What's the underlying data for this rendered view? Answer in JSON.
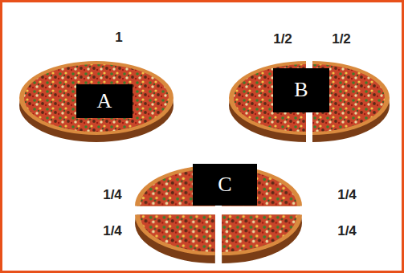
{
  "diagram": {
    "nodes": [
      {
        "text": [
          "A"
        ]
      },
      {
        "text": [
          "B"
        ]
      },
      {
        "text": [
          "C"
        ]
      }
    ],
    "labels": [
      "1",
      "1/2",
      "1/2",
      "1/4",
      "1/4",
      "1/4",
      "1/4"
    ]
  }
}
